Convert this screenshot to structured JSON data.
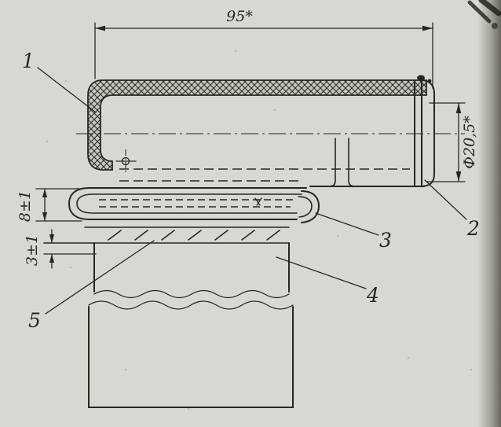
{
  "drawing": {
    "kind": "scanned engineering cross-section drawing",
    "paper_color": "#d9d7d1",
    "ink_color": "#262626"
  },
  "dimensions": {
    "length_top": "95*",
    "diameter_right": "Ф20,5*",
    "height_outer": "8±1",
    "height_inner": "3±1"
  },
  "labels": {
    "l1": "1",
    "l2": "2",
    "l3": "3",
    "l4": "4",
    "l5": "5"
  }
}
